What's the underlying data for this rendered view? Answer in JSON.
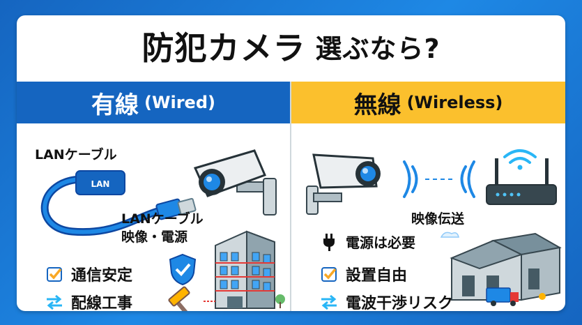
{
  "title": {
    "main": "防犯カメラ",
    "sub": "選ぶなら?"
  },
  "wired": {
    "heading": "有線",
    "heading_en": "(Wired)",
    "cable_label": "LANケーブル",
    "connector_text": "LAN",
    "cable_label2_line1": "LANケーブル",
    "cable_label2_line2": "映像・電源",
    "features": [
      "通信安定",
      "配線工事"
    ],
    "feature_icons": [
      "checkbox-icon",
      "swap-arrows-icon"
    ]
  },
  "wireless": {
    "heading": "無線",
    "heading_en": "(Wireless)",
    "transmit_label": "映像伝送",
    "power_label": "電源は必要",
    "features": [
      "設置自由",
      "電波干渉リスク"
    ],
    "feature_icons": [
      "checkbox-icon",
      "swap-arrows-icon"
    ]
  },
  "colors": {
    "blue_header": "#1565c0",
    "yellow_header": "#fbc02d",
    "check_orange": "#f9a825",
    "arrow_blue": "#29b6f6",
    "signal_blue": "#1e88e5"
  }
}
